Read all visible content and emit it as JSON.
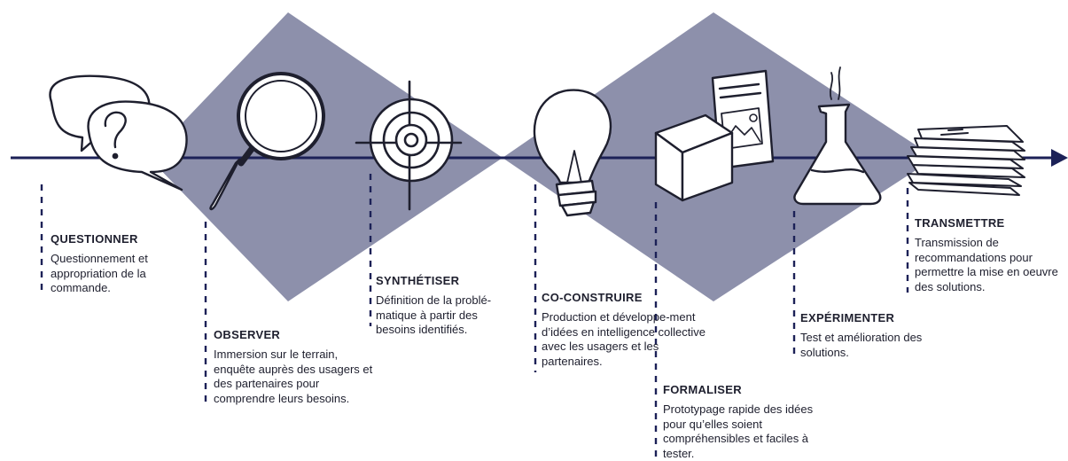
{
  "colors": {
    "diamond": "#8d90ab",
    "timeline": "#1c2157",
    "ink": "#1e1f2e"
  },
  "icons": [
    "speech-bubbles-question-icon",
    "magnifying-glass-icon",
    "target-crosshair-icon",
    "light-bulb-icon",
    "prototype-cube-and-document-icon",
    "flask-icon",
    "stack-of-documents-icon"
  ],
  "steps": [
    {
      "id": "questionner",
      "title": "QUESTIONNER",
      "description": "Questionnement et appropriation de la commande."
    },
    {
      "id": "observer",
      "title": "OBSERVER",
      "description": "Immersion sur le terrain, enquête auprès des usagers et des partenaires pour comprendre leurs besoins."
    },
    {
      "id": "synthetiser",
      "title": "SYNTHÉTISER",
      "description": "Définition de la problé-matique à partir des besoins identifiés."
    },
    {
      "id": "co-construire",
      "title": "CO-CONSTRUIRE",
      "description": "Production et développe-ment d’idées en intelligence collective avec les usagers et les partenaires."
    },
    {
      "id": "formaliser",
      "title": "FORMALISER",
      "description": "Prototypage rapide des idées pour qu’elles soient compréhensibles et faciles à tester."
    },
    {
      "id": "experimenter",
      "title": "EXPÉRIMENTER",
      "description": "Test et amélioration des solutions."
    },
    {
      "id": "transmettre",
      "title": "TRANSMETTRE",
      "description": "Transmission de recommandations pour permettre la mise en oeuvre des solutions."
    }
  ]
}
